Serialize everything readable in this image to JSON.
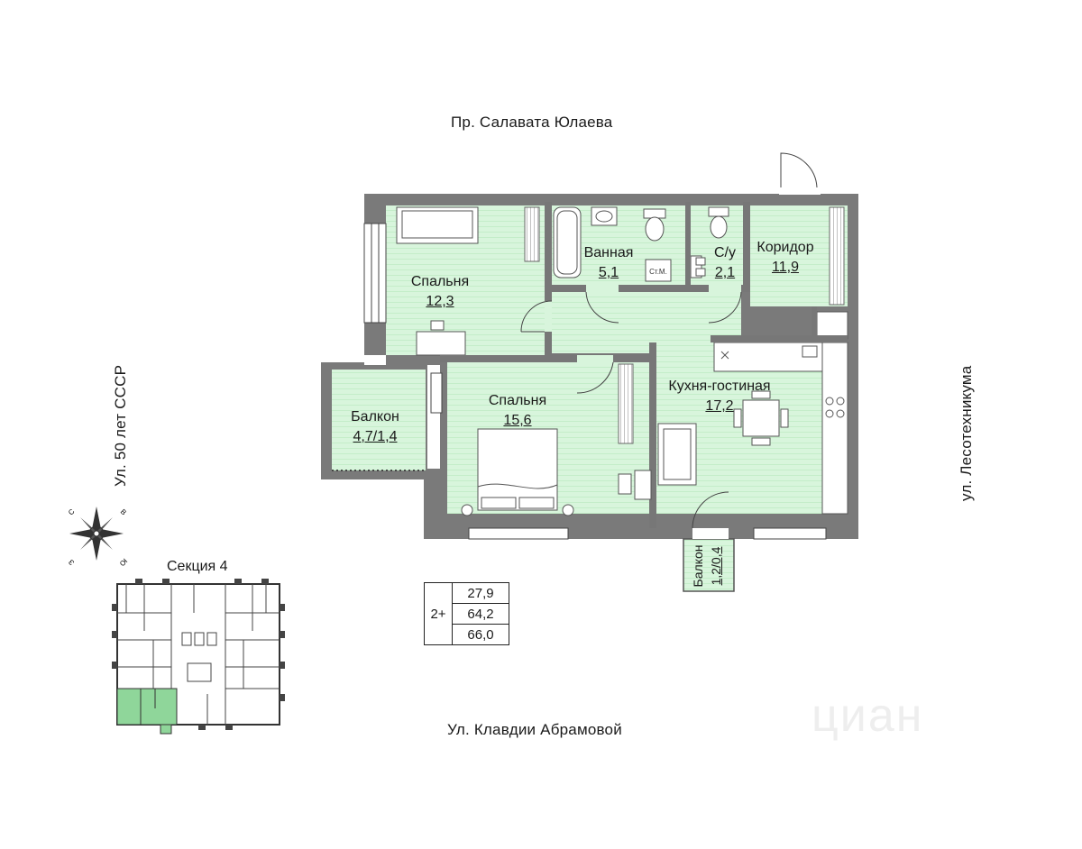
{
  "streets": {
    "north": "Пр. Салавата Юлаева",
    "south": "Ул. Клавдии Абрамовой",
    "west": "Ул. 50 лет СССР",
    "east": "ул. Лесотехникума"
  },
  "section_label": "Секция 4",
  "rooms": [
    {
      "name": "Спальня",
      "area": "12,3"
    },
    {
      "name": "Ванная",
      "area": "5,1"
    },
    {
      "name": "С/у",
      "area": "2,1"
    },
    {
      "name": "Коридор",
      "area": "11,9"
    },
    {
      "name": "Балкон",
      "area": "4,7/1,4"
    },
    {
      "name": "Спальня",
      "area": "15,6"
    },
    {
      "name": "Кухня-гостиная",
      "area": "17,2"
    },
    {
      "name": "Балкон",
      "area": "1,2/0,4"
    }
  ],
  "fixtures": {
    "washer_label": "Ст.М."
  },
  "summary": {
    "type": "2+",
    "living_area": "27,9",
    "total_area": "64,2",
    "area_with_balconies": "66,0"
  },
  "compass": {
    "letters": [
      "С",
      "В",
      "Ю",
      "З"
    ]
  },
  "watermark": "циан",
  "colors": {
    "room_fill": "#d8f5dc",
    "wall": "#777777",
    "stripe": "#c9efce"
  }
}
